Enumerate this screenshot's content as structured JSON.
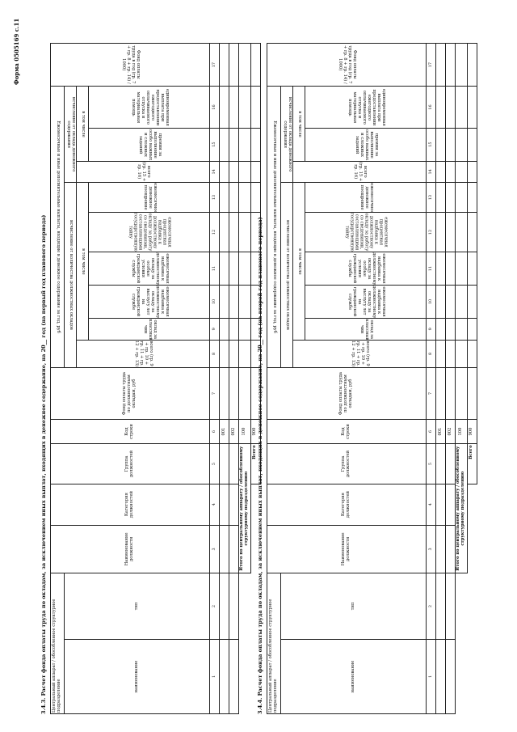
{
  "form_number": "Форма 0505169 с.11",
  "sections": [
    {
      "title": "3.4.3. Расчет фонда оплаты труда по окладам, за исключением иных выплат, входящих в денежное содержание, на 20__ год (на первый год планового периода)",
      "unit_header": "Центральный аппарат / обособленное структурное подразделение",
      "col_headers": {
        "name": "наименование",
        "type": "тип",
        "position_name": "Наименование должности",
        "position_category": "Категория должностей",
        "position_group": "Группа должностей",
        "line_code": "Код строки",
        "fund_salary": "Фонд оплаты труда по должностным окладам, руб",
        "extra_payments": "Ежемесячные и иные дополнительные выплаты, входящие в денежное содержание за год, руб",
        "by_count": "исчисление от количества должностных окладов",
        "by_salary": "исчисление от оклада денежного содержания",
        "total_formula": "всего (гр. 9 + гр. 10 + гр. 11 + гр. 12 + гр. 13)",
        "in_that_number": "в том числе",
        "monthly_rank": "оклад за классный чин",
        "bonus_special": "ежемесячная надбавка к должностному окладу за выслугу лет на гражданской службе",
        "bonus_conditions": "ежемесячная надбавка к должностному окладу за особые условия гражданской службы",
        "bonus_secret": "ежемесячная процентная надбавка к должностному окладу за работу со сведениями, составляющими государственную тайну",
        "incentive": "ежемесячное денежное поощрение",
        "total_salary": "всего (гр. 15 + гр. 16)",
        "premiums": "премии за выполнение особо важных и сложных заданий",
        "material_aid": "единовременная выплата при предоставлении ежегодного оплачиваемого отпуска и материальная помощь",
        "fund_total": "Фонд оплаты труда в год (гр. 7 + гр. 8 + гр. 14) / 1000)"
      },
      "col_numbers": [
        "1",
        "2",
        "3",
        "4",
        "5",
        "6",
        "7",
        "8",
        "9",
        "10",
        "11",
        "12",
        "13",
        "14",
        "15",
        "16",
        "17"
      ],
      "rows": [
        {
          "code": "001"
        },
        {
          "code": "002"
        }
      ],
      "subtotal_label": "Итого по центральному аппарату / обособленному структурному подразделению",
      "subtotal_code": "100",
      "total_label": "Всего",
      "total_code": "900"
    },
    {
      "title": "3.4.4. Расчет фонда оплаты труда по окладам, за исключением иных выплат, входящих в денежное содержание, на 20__ год (на второй год планового периода)",
      "unit_header": "Центральный аппарат / обособленное структурное подразделение",
      "col_headers": {
        "name": "наименование",
        "type": "тип",
        "position_name": "Наименование должности",
        "position_category": "Категория должностей",
        "position_group": "Группа должностей",
        "line_code": "Код строки",
        "fund_salary": "Фонд оплаты труда по должностным окладам, руб",
        "extra_payments": "Ежемесячные и иные дополнительные выплаты, входящие в денежное содержание за год, руб",
        "by_count": "исчисление от количества должностных окладов",
        "by_salary": "исчисление от оклада денежного содержания",
        "total_formula": "всего (гр. 9 + гр. 10 + гр. 11 + гр. 12 + гр. 13)",
        "in_that_number": "в том числе",
        "monthly_rank": "оклад за классный чин",
        "bonus_special": "ежемесячная надбавка к должностному окладу за выслугу лет на гражданской службе",
        "bonus_conditions": "ежемесячная надбавка к должностному окладу за особые условия гражданской службы",
        "bonus_secret": "ежемесячная процентная надбавка к должностному окладу за работу со сведениями, составляющими государственную тайну",
        "incentive": "ежемесячное денежное поощрение",
        "total_salary": "всего (гр. 15 + гр. 16)",
        "premiums": "премии за выполнение особо важных и сложных заданий",
        "material_aid": "единовременная выплата при предоставлении ежегодного оплачиваемого отпуска и материальная помощь",
        "fund_total": "Фонд оплаты труда в год (гр. 7 + гр. 8 + гр. 14) / 1000)"
      },
      "col_numbers": [
        "1",
        "2",
        "3",
        "4",
        "5",
        "6",
        "7",
        "8",
        "9",
        "10",
        "11",
        "12",
        "13",
        "14",
        "15",
        "16",
        "17"
      ],
      "rows": [
        {
          "code": "001"
        },
        {
          "code": "002"
        }
      ],
      "subtotal_label": "Итого по центральному аппарату / обособленному структурному подразделению",
      "subtotal_code": "100",
      "total_label": "Всего",
      "total_code": "900"
    }
  ]
}
